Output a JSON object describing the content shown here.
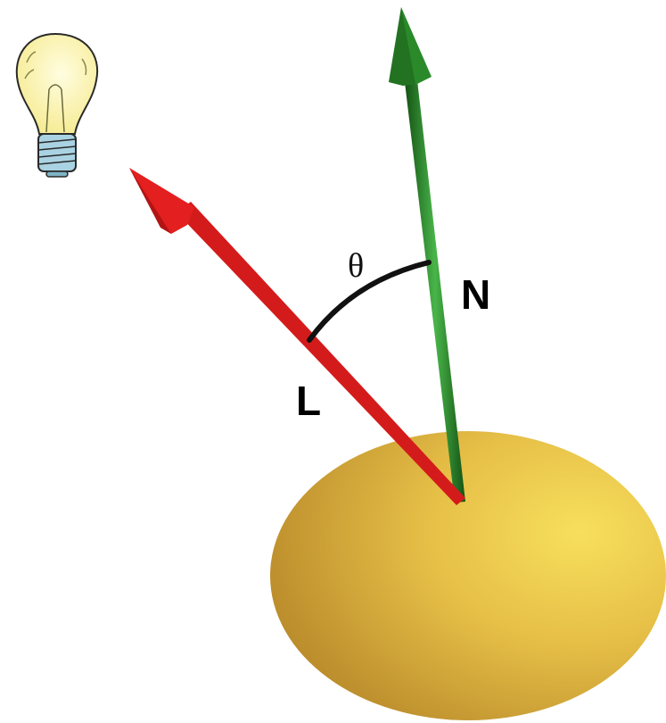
{
  "labels": {
    "normal": "N",
    "light": "L",
    "angle": "θ"
  },
  "colors": {
    "background": "#ffffff",
    "normal_vector": "#2e8b2e",
    "light_vector": "#e0181a",
    "surface": "#e2b846",
    "bulb_glass": "#fbf6b4",
    "bulb_base": "#a9d3e2",
    "angle_arc": "#111111"
  },
  "icons": {
    "light_source": "lightbulb-icon"
  }
}
